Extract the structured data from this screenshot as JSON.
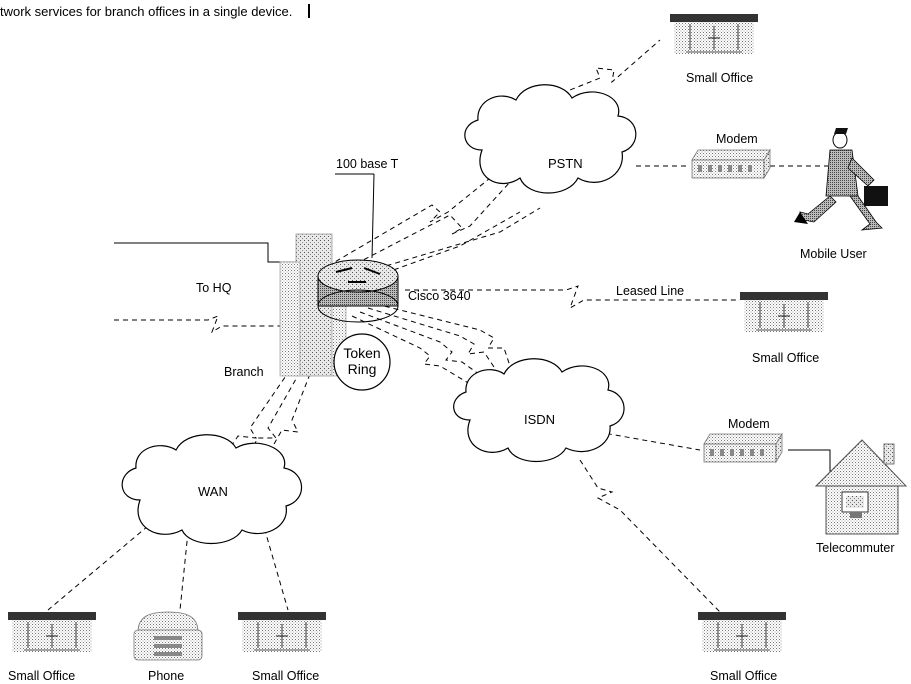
{
  "caption": "twork services for branch offices in a single device.",
  "labels": {
    "hundred_base_t": "100 base T",
    "to_hq": "To HQ",
    "branch": "Branch",
    "cisco": "Cisco 3640",
    "token_ring": [
      "Token",
      "Ring"
    ],
    "leased_line": "Leased Line",
    "pstn": "PSTN",
    "isdn": "ISDN",
    "wan": "WAN",
    "modem_top": "Modem",
    "modem_mid": "Modem",
    "mobile_user": "Mobile User",
    "telecommuter": "Telecommuter",
    "small_office_top": "Small Office",
    "small_office_right": "Small Office",
    "small_office_bottom_right": "Small Office",
    "small_office_bottom_left": "Small Office",
    "small_office_bottom_mid": "Small Office",
    "phone": "Phone"
  },
  "icons": {
    "router": "router-icon",
    "office": "office-building-icon",
    "modem": "modem-icon",
    "phone": "telephone-icon",
    "person": "mobile-user-icon",
    "house": "house-icon",
    "cloud": "network-cloud-icon",
    "branch": "branch-building-icon"
  }
}
